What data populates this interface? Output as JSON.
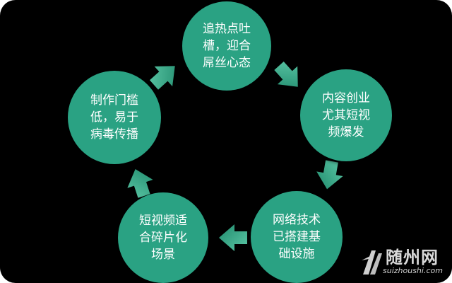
{
  "nodes": [
    {
      "id": "hotspot",
      "lines": [
        "追热点吐",
        "槽，迎合",
        "屌丝心态"
      ]
    },
    {
      "id": "content",
      "lines": [
        "内容创业",
        "尤其短视",
        "频爆发"
      ]
    },
    {
      "id": "network",
      "lines": [
        "网络技术",
        "已搭建基",
        "础设施"
      ]
    },
    {
      "id": "scenario",
      "lines": [
        "短视频适",
        "合碎片化",
        "场景"
      ]
    },
    {
      "id": "barrier",
      "lines": [
        "制作门槛",
        "低，易于",
        "病毒传播"
      ]
    }
  ],
  "watermark": {
    "name": "随州网",
    "domain": "suizhoushi.com"
  },
  "colors": {
    "background": "#000000",
    "node": "#2aa283",
    "arrow": "#2aa283"
  }
}
